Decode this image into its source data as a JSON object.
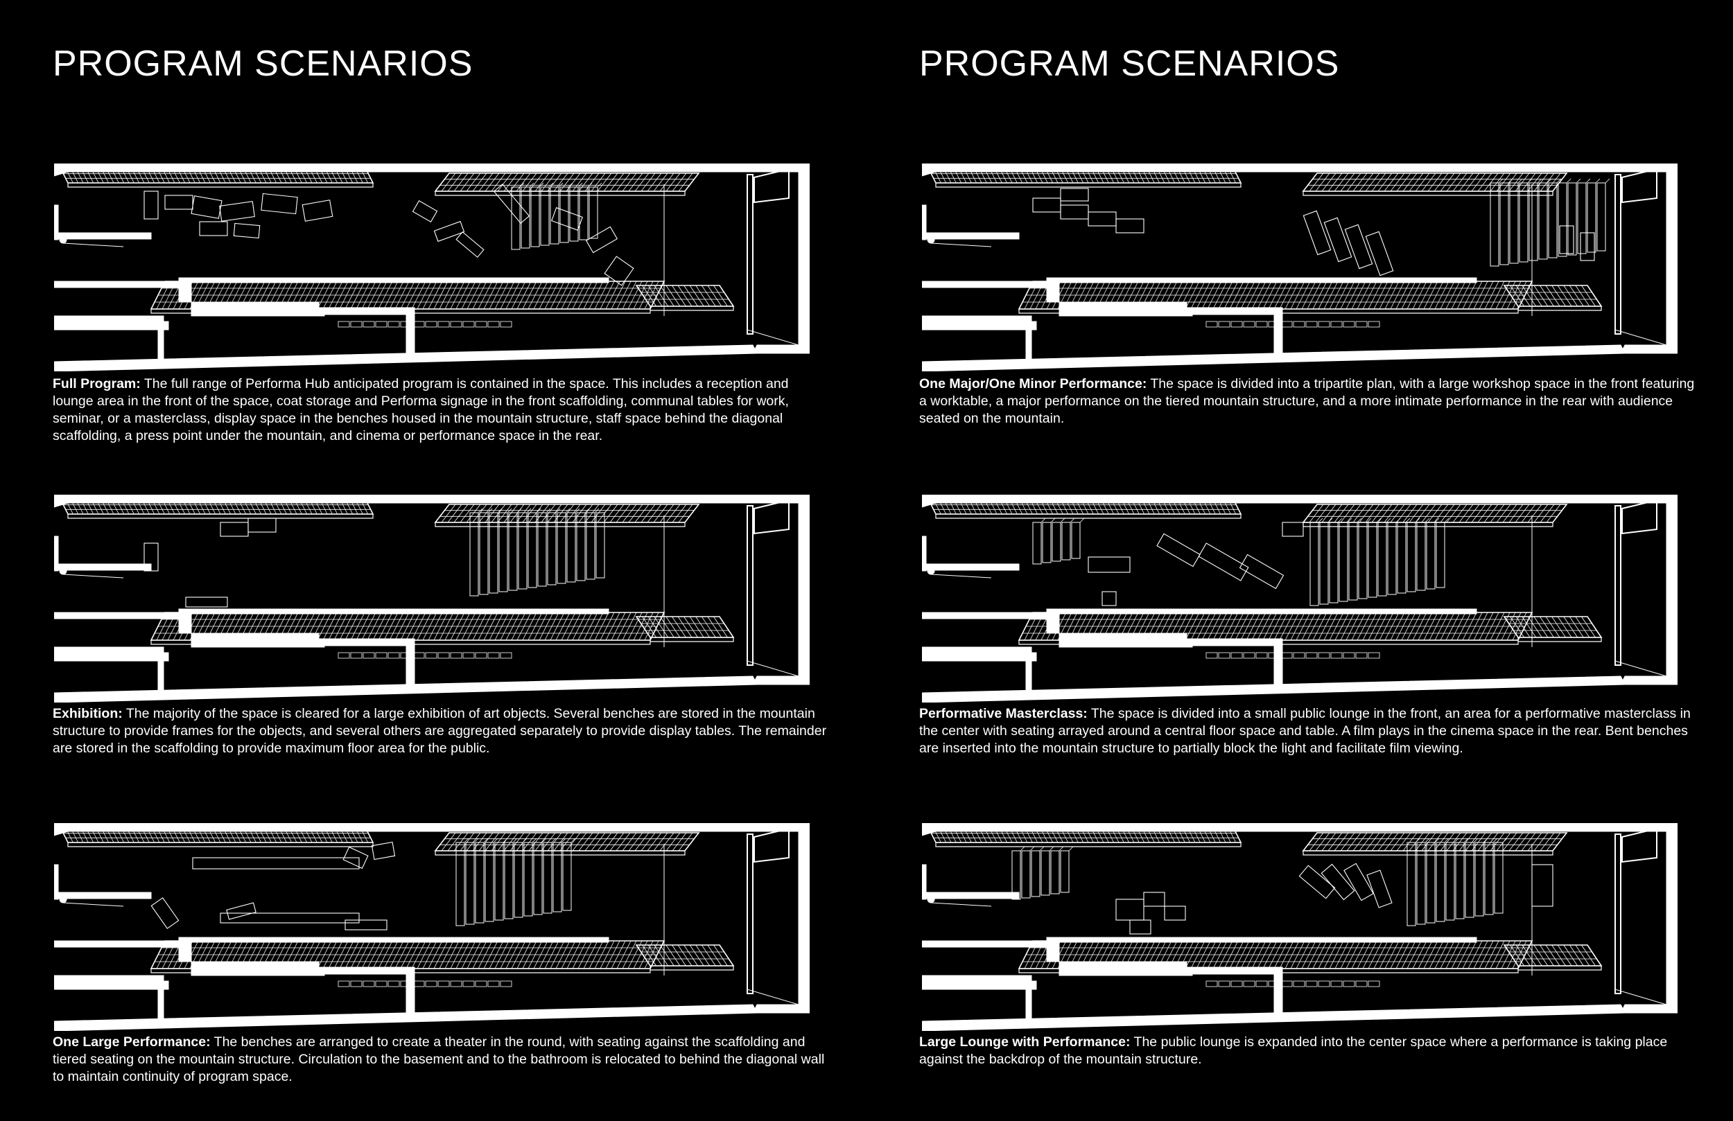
{
  "left_title": "PROGRAM SCENARIOS",
  "right_title": "PROGRAM SCENARIOS",
  "scenarios": [
    {
      "title": "Full Program:",
      "text": "The full range of Performa Hub anticipated program is contained in the space. This includes a reception and lounge area in the front of the space, coat storage and Performa signage in the front scaffolding, communal tables for work, seminar, or a masterclass, display space in the benches housed in the mountain structure, staff space behind the diagonal scaffolding, a press point under the mountain, and cinema or performance space in the rear."
    },
    {
      "title": "One Major/One Minor Performance:",
      "text": "The space is divided into a tripartite plan, with a large workshop space in the front featuring a worktable, a major performance on the tiered mountain structure, and a more intimate performance in the rear with audience seated on the mountain."
    },
    {
      "title": "Exhibition:",
      "text": "The majority of the space is cleared for a large exhibition of art objects. Several benches are stored in the mountain structure to provide frames for the objects, and several others are aggregated separately to provide display tables. The remainder are stored in the scaffolding to provide maximum floor area for the public."
    },
    {
      "title": "Performative Masterclass:",
      "text": "The space is divided into a small public lounge in the front, an area for a performative masterclass in the center with seating arrayed around a central floor space and table. A film plays in the cinema space in the rear. Bent benches are inserted into the mountain structure to partially block the light and facilitate film viewing."
    },
    {
      "title": "One Large Performance:",
      "text": "The benches are arranged to create a theater in the round, with seating against the scaffolding and tiered seating on the mountain structure. Circulation to the basement and to the bathroom is relocated to behind the diagonal wall to maintain continuity of program space."
    },
    {
      "title": "Large Lounge with Performance:",
      "text": "The public lounge is expanded into the center space where a performance is taking place against the backdrop of the mountain structure."
    }
  ]
}
